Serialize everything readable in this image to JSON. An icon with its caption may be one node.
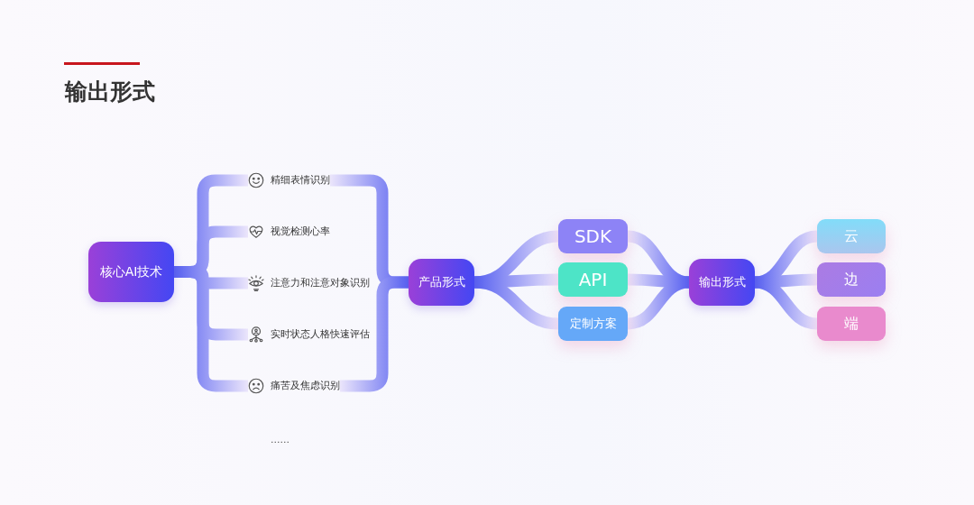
{
  "diagram": {
    "title": "输出形式",
    "nodes": [
      {
        "text": [
          "核心AI技术"
        ]
      },
      {
        "text": [
          "精细表情识别"
        ]
      },
      {
        "text": [
          "视觉检测心率"
        ]
      },
      {
        "text": [
          "注意力和注意对象识别"
        ]
      },
      {
        "text": [
          "实时状态人格快速评估"
        ]
      },
      {
        "text": [
          "痛苦及焦虑识别"
        ]
      },
      {
        "text": [
          "产品形式"
        ]
      },
      {
        "text": [
          "SDK"
        ]
      },
      {
        "text": [
          "API"
        ]
      },
      {
        "text": [
          "定制方案"
        ]
      },
      {
        "text": [
          "输出形式"
        ]
      },
      {
        "text": [
          "云"
        ]
      },
      {
        "text": [
          "边"
        ]
      },
      {
        "text": [
          "端"
        ]
      }
    ],
    "edges": [
      {
        "from": 0,
        "to": 1,
        "arrow": "none"
      },
      {
        "from": 0,
        "to": 2,
        "arrow": "none"
      },
      {
        "from": 0,
        "to": 3,
        "arrow": "none"
      },
      {
        "from": 0,
        "to": 4,
        "arrow": "none"
      },
      {
        "from": 0,
        "to": 5,
        "arrow": "none"
      },
      {
        "from": 1,
        "to": 6,
        "arrow": "none"
      },
      {
        "from": 5,
        "to": 6,
        "arrow": "none"
      },
      {
        "from": 6,
        "to": 7,
        "arrow": "none"
      },
      {
        "from": 6,
        "to": 8,
        "arrow": "none"
      },
      {
        "from": 6,
        "to": 9,
        "arrow": "none"
      },
      {
        "from": 7,
        "to": 10,
        "arrow": "none"
      },
      {
        "from": 8,
        "to": 10,
        "arrow": "none"
      },
      {
        "from": 9,
        "to": 10,
        "arrow": "none"
      },
      {
        "from": 10,
        "to": 11,
        "arrow": "none"
      },
      {
        "from": 10,
        "to": 12,
        "arrow": "none"
      },
      {
        "from": 10,
        "to": 13,
        "arrow": "none"
      }
    ],
    "labels": [
      "......"
    ]
  }
}
